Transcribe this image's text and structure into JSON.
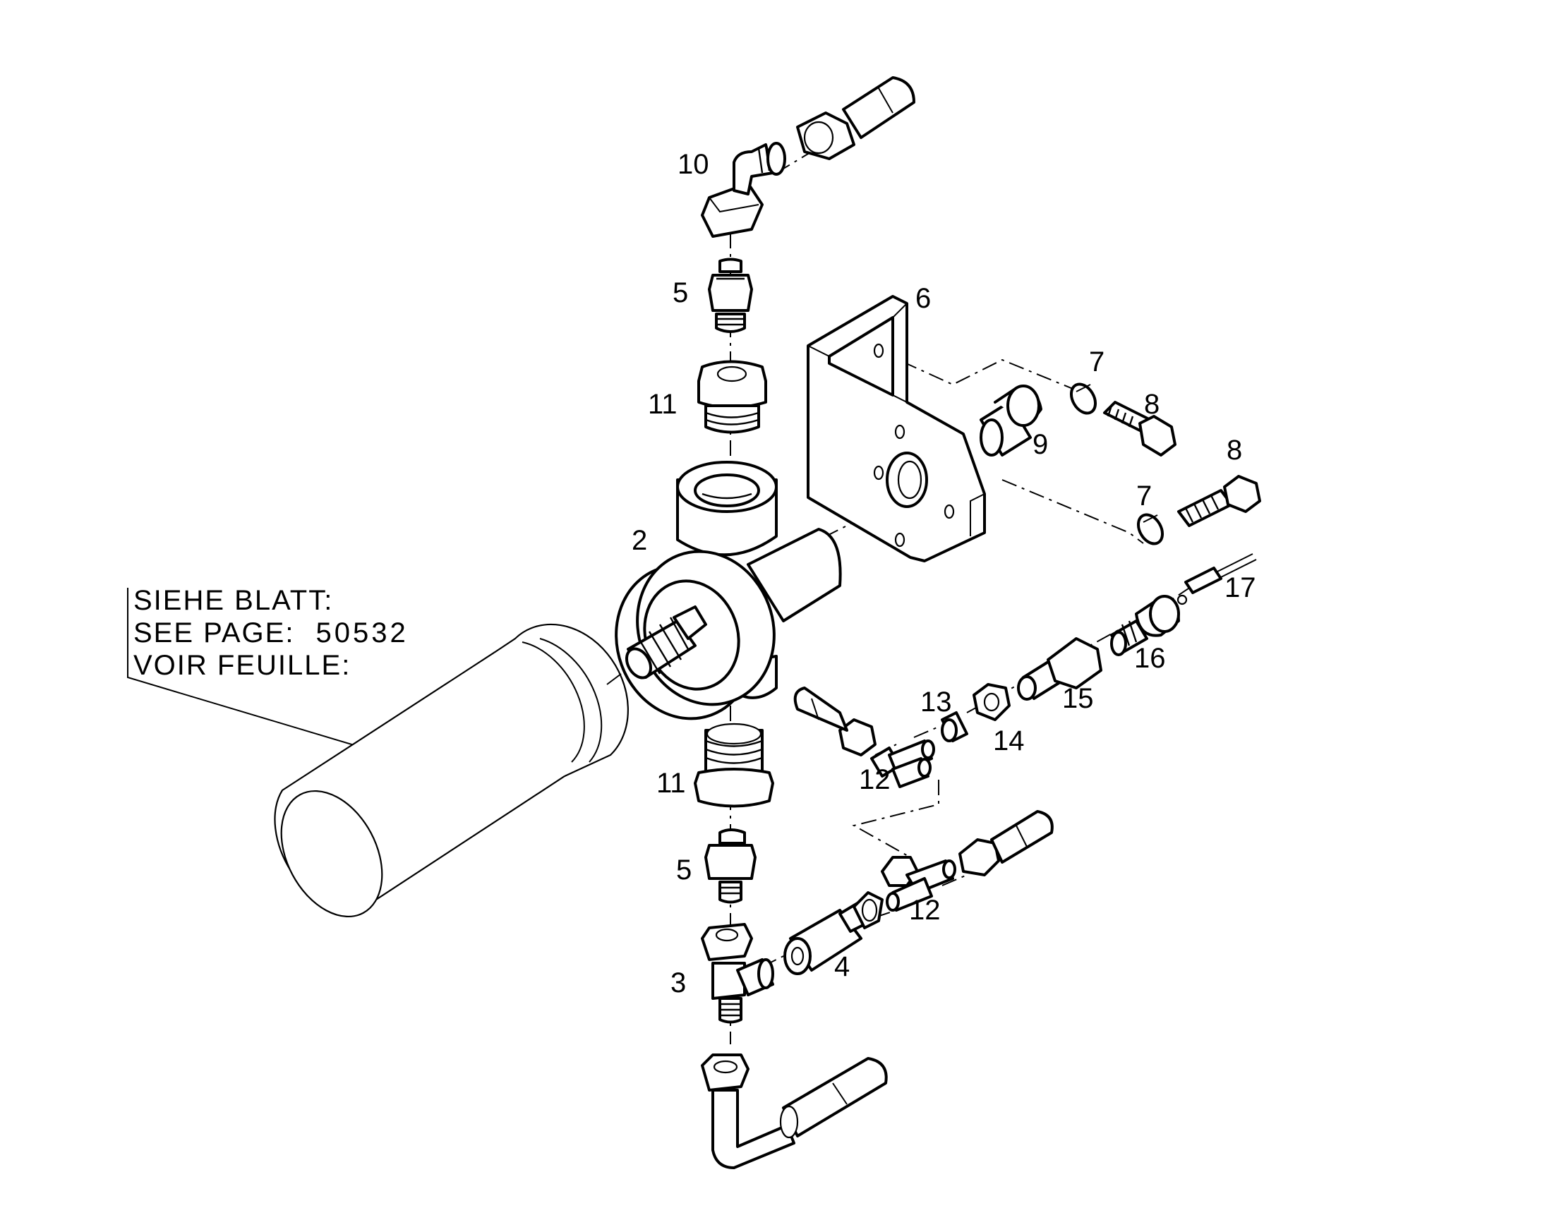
{
  "reference_note": {
    "line_de": "SIEHE  BLATT:",
    "line_en": "SEE  PAGE:",
    "page_number": "50532",
    "line_fr": "VOIR FEUILLE:"
  },
  "callouts": {
    "c2": "2",
    "c3": "3",
    "c4": "4",
    "c5_top": "5",
    "c5_bottom": "5",
    "c6": "6",
    "c7_top": "7",
    "c7_bottom": "7",
    "c8_top": "8",
    "c8_bottom": "8",
    "c9": "9",
    "c10": "10",
    "c11_top": "11",
    "c11_bottom": "11",
    "c12_top": "12",
    "c12_bottom": "12",
    "c13": "13",
    "c14": "14",
    "c15": "15",
    "c16": "16",
    "c17": "17"
  }
}
